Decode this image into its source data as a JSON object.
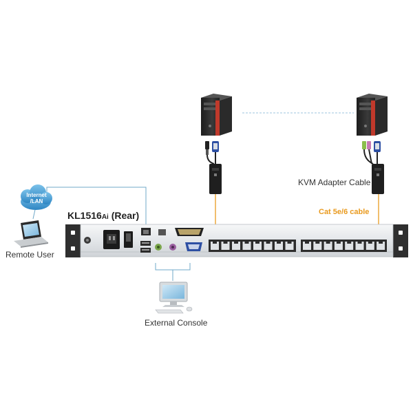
{
  "labels": {
    "cloud_line1": "Internet",
    "cloud_line2": "/LAN",
    "device_model": "KL1516",
    "device_model_suffix": "Ai",
    "device_side": "(Rear)",
    "remote_user": "Remote User",
    "external_console": "External Console",
    "kvm_adapter_cable": "KVM Adapter Cable",
    "cat_cable": "Cat 5e/6 cable"
  },
  "colors": {
    "cat_cable": "#e99a1e",
    "network_line": "#6fa8c8",
    "server_dash": "#9cc6dc",
    "cloud": "#4a9fd1",
    "chassis": "#eceff1"
  },
  "icons": {
    "cloud": "cloud-icon",
    "laptop": "laptop-icon",
    "monitor": "monitor-icon",
    "server": "tower-server-icon",
    "adapter": "kvm-adapter-dongle-icon",
    "port": "rj45-port-icon"
  }
}
